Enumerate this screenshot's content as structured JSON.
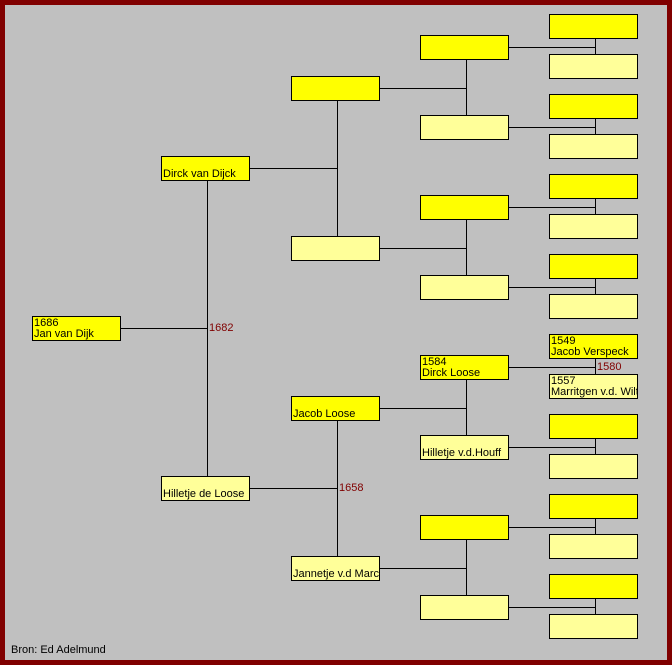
{
  "colors": {
    "male": "#ffff00",
    "female": "#ffff99",
    "frame": "#800000",
    "background": "#c0c0c0",
    "marriage_year": "#800000"
  },
  "persons": [
    {
      "n": 1,
      "year": "1686",
      "name": "Jan van Dijk",
      "sex": "m"
    },
    {
      "n": 2,
      "year": "",
      "name": "Dirck van Dijck",
      "sex": "m"
    },
    {
      "n": 3,
      "year": "",
      "name": "Hilletje de Loose",
      "sex": "f"
    },
    {
      "n": 6,
      "year": "",
      "name": "Jacob Loose",
      "sex": "m"
    },
    {
      "n": 7,
      "year": "",
      "name": "Jannetje v.d Marck",
      "sex": "f"
    },
    {
      "n": 12,
      "year": "1584",
      "name": "Dirck Loose",
      "sex": "m"
    },
    {
      "n": 13,
      "year": "",
      "name": "Hilletje v.d.Houff",
      "sex": "f"
    },
    {
      "n": 24,
      "year": "1549",
      "name": "Jacob Verspeck",
      "sex": "m"
    },
    {
      "n": 25,
      "year": "1557",
      "name": "Marritgen v.d. Wilt",
      "sex": "f"
    }
  ],
  "marriages": [
    {
      "child": 1,
      "year": "1682"
    },
    {
      "child": 3,
      "year": "1658"
    },
    {
      "child": 12,
      "year": "1580"
    }
  ],
  "source": "Bron: Ed Adelmund"
}
